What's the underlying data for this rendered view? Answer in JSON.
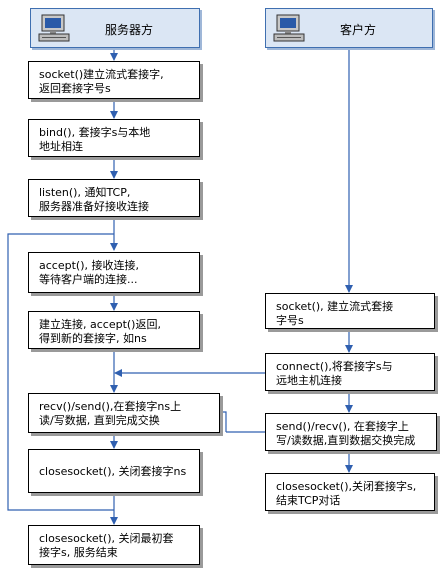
{
  "headers": {
    "server": "服务器方",
    "client": "客户方"
  },
  "server_steps": [
    "socket()建立流式套接字,\n返回套接字号s",
    "bind(), 套接字s与本地\n地址相连",
    "listen(), 通知TCP,\n服务器准备好接收连接",
    "accept(), 接收连接,\n等待客户端的连接...",
    "建立连接, accept()返回,\n得到新的套接字, 如ns",
    "recv()/send(),在套接字ns上\n读/写数据, 直到完成交换",
    "closesocket(), 关闭套接字ns",
    "closesocket(), 关闭最初套\n接字s, 服务结束"
  ],
  "client_steps": [
    "socket(), 建立流式套接\n字号s",
    "connect(),将套接字s与\n远地主机连接",
    "send()/recv(), 在套接字上\n写/读数据,直到数据交换完成",
    "closesocket(),关闭套接字s,\n结束TCP对话"
  ],
  "colors": {
    "arrow": "#3060b0",
    "header_fill": "#dbe6f4",
    "header_border": "#3f6fb0"
  },
  "icons": {
    "header": "computer-icon"
  }
}
